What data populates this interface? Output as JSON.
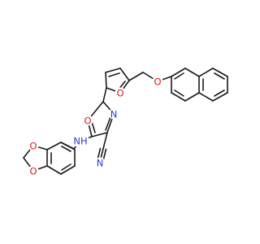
{
  "colors": {
    "bond": "#1a1a1a",
    "oxygen": "#e8141c",
    "nitrogen": "#2a3bd6",
    "background": "#ffffff"
  },
  "atoms": {
    "o_naphthyl_ether": "O",
    "o_furan": "O",
    "o_oxazole": "O",
    "n_oxazole": "N",
    "nh_amine": "NH",
    "n_nitrile": "N",
    "o_dioxole_top": "O",
    "o_dioxole_bottom": "O"
  }
}
